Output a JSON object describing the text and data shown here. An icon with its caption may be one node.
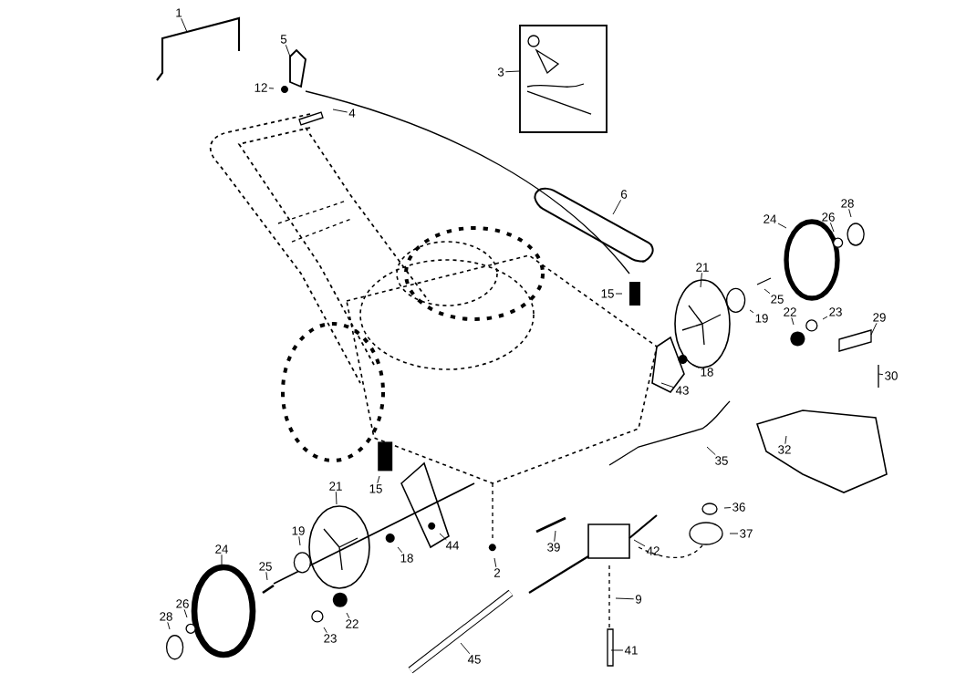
{
  "diagram": {
    "nodes": [
      {
        "text": [
          "1"
        ]
      },
      {
        "text": [
          "5"
        ]
      },
      {
        "text": [
          "12"
        ]
      },
      {
        "text": [
          "4"
        ]
      },
      {
        "text": [
          "3"
        ]
      },
      {
        "text": [
          "6"
        ]
      },
      {
        "text": [
          "24"
        ]
      },
      {
        "text": [
          "26"
        ]
      },
      {
        "text": [
          "28"
        ]
      },
      {
        "text": [
          "21"
        ]
      },
      {
        "text": [
          "15"
        ]
      },
      {
        "text": [
          "25"
        ]
      },
      {
        "text": [
          "19"
        ]
      },
      {
        "text": [
          "22"
        ]
      },
      {
        "text": [
          "23"
        ]
      },
      {
        "text": [
          "29"
        ]
      },
      {
        "text": [
          "18"
        ]
      },
      {
        "text": [
          "43"
        ]
      },
      {
        "text": [
          "30"
        ]
      },
      {
        "text": [
          "35"
        ]
      },
      {
        "text": [
          "32"
        ]
      },
      {
        "text": [
          "36"
        ]
      },
      {
        "text": [
          "37"
        ]
      },
      {
        "text": [
          "42"
        ]
      },
      {
        "text": [
          "39"
        ]
      },
      {
        "text": [
          "9"
        ]
      },
      {
        "text": [
          "41"
        ]
      },
      {
        "text": [
          "2"
        ]
      },
      {
        "text": [
          "15"
        ]
      },
      {
        "text": [
          "21"
        ]
      },
      {
        "text": [
          "44"
        ]
      },
      {
        "text": [
          "18"
        ]
      },
      {
        "text": [
          "19"
        ]
      },
      {
        "text": [
          "24"
        ]
      },
      {
        "text": [
          "25"
        ]
      },
      {
        "text": [
          "26"
        ]
      },
      {
        "text": [
          "28"
        ]
      },
      {
        "text": [
          "22"
        ]
      },
      {
        "text": [
          "23"
        ]
      },
      {
        "text": [
          "45"
        ]
      }
    ],
    "edges": [
      {
        "from": 0,
        "to": null,
        "arrow": "none"
      },
      {
        "from": 1,
        "to": null,
        "arrow": "none"
      },
      {
        "from": 2,
        "to": null,
        "arrow": "none"
      },
      {
        "from": 3,
        "to": null,
        "arrow": "none"
      },
      {
        "from": 4,
        "to": null,
        "arrow": "none"
      },
      {
        "from": 5,
        "to": null,
        "arrow": "none"
      },
      {
        "from": 6,
        "to": null,
        "arrow": "none"
      },
      {
        "from": 7,
        "to": null,
        "arrow": "none"
      },
      {
        "from": 8,
        "to": null,
        "arrow": "none"
      },
      {
        "from": 9,
        "to": null,
        "arrow": "none"
      },
      {
        "from": 10,
        "to": null,
        "arrow": "none"
      },
      {
        "from": 11,
        "to": null,
        "arrow": "none"
      },
      {
        "from": 12,
        "to": null,
        "arrow": "none"
      },
      {
        "from": 13,
        "to": null,
        "arrow": "none"
      },
      {
        "from": 14,
        "to": null,
        "arrow": "none"
      },
      {
        "from": 15,
        "to": null,
        "arrow": "none"
      },
      {
        "from": 16,
        "to": null,
        "arrow": "none"
      },
      {
        "from": 17,
        "to": null,
        "arrow": "none"
      },
      {
        "from": 18,
        "to": null,
        "arrow": "none"
      },
      {
        "from": 19,
        "to": null,
        "arrow": "none"
      },
      {
        "from": 20,
        "to": null,
        "arrow": "none"
      },
      {
        "from": 21,
        "to": null,
        "arrow": "none"
      },
      {
        "from": 22,
        "to": null,
        "arrow": "none"
      },
      {
        "from": 23,
        "to": null,
        "arrow": "none"
      },
      {
        "from": 24,
        "to": null,
        "arrow": "none"
      },
      {
        "from": 25,
        "to": null,
        "arrow": "none"
      },
      {
        "from": 26,
        "to": null,
        "arrow": "none"
      },
      {
        "from": 27,
        "to": null,
        "arrow": "none"
      },
      {
        "from": 28,
        "to": null,
        "arrow": "none"
      },
      {
        "from": 29,
        "to": null,
        "arrow": "none"
      },
      {
        "from": 30,
        "to": null,
        "arrow": "none"
      },
      {
        "from": 31,
        "to": null,
        "arrow": "none"
      },
      {
        "from": 32,
        "to": null,
        "arrow": "none"
      },
      {
        "from": 33,
        "to": null,
        "arrow": "none"
      },
      {
        "from": 34,
        "to": null,
        "arrow": "none"
      },
      {
        "from": 35,
        "to": null,
        "arrow": "none"
      },
      {
        "from": 36,
        "to": null,
        "arrow": "none"
      },
      {
        "from": 37,
        "to": null,
        "arrow": "none"
      },
      {
        "from": 38,
        "to": null,
        "arrow": "none"
      },
      {
        "from": 39,
        "to": null,
        "arrow": "none"
      }
    ]
  }
}
